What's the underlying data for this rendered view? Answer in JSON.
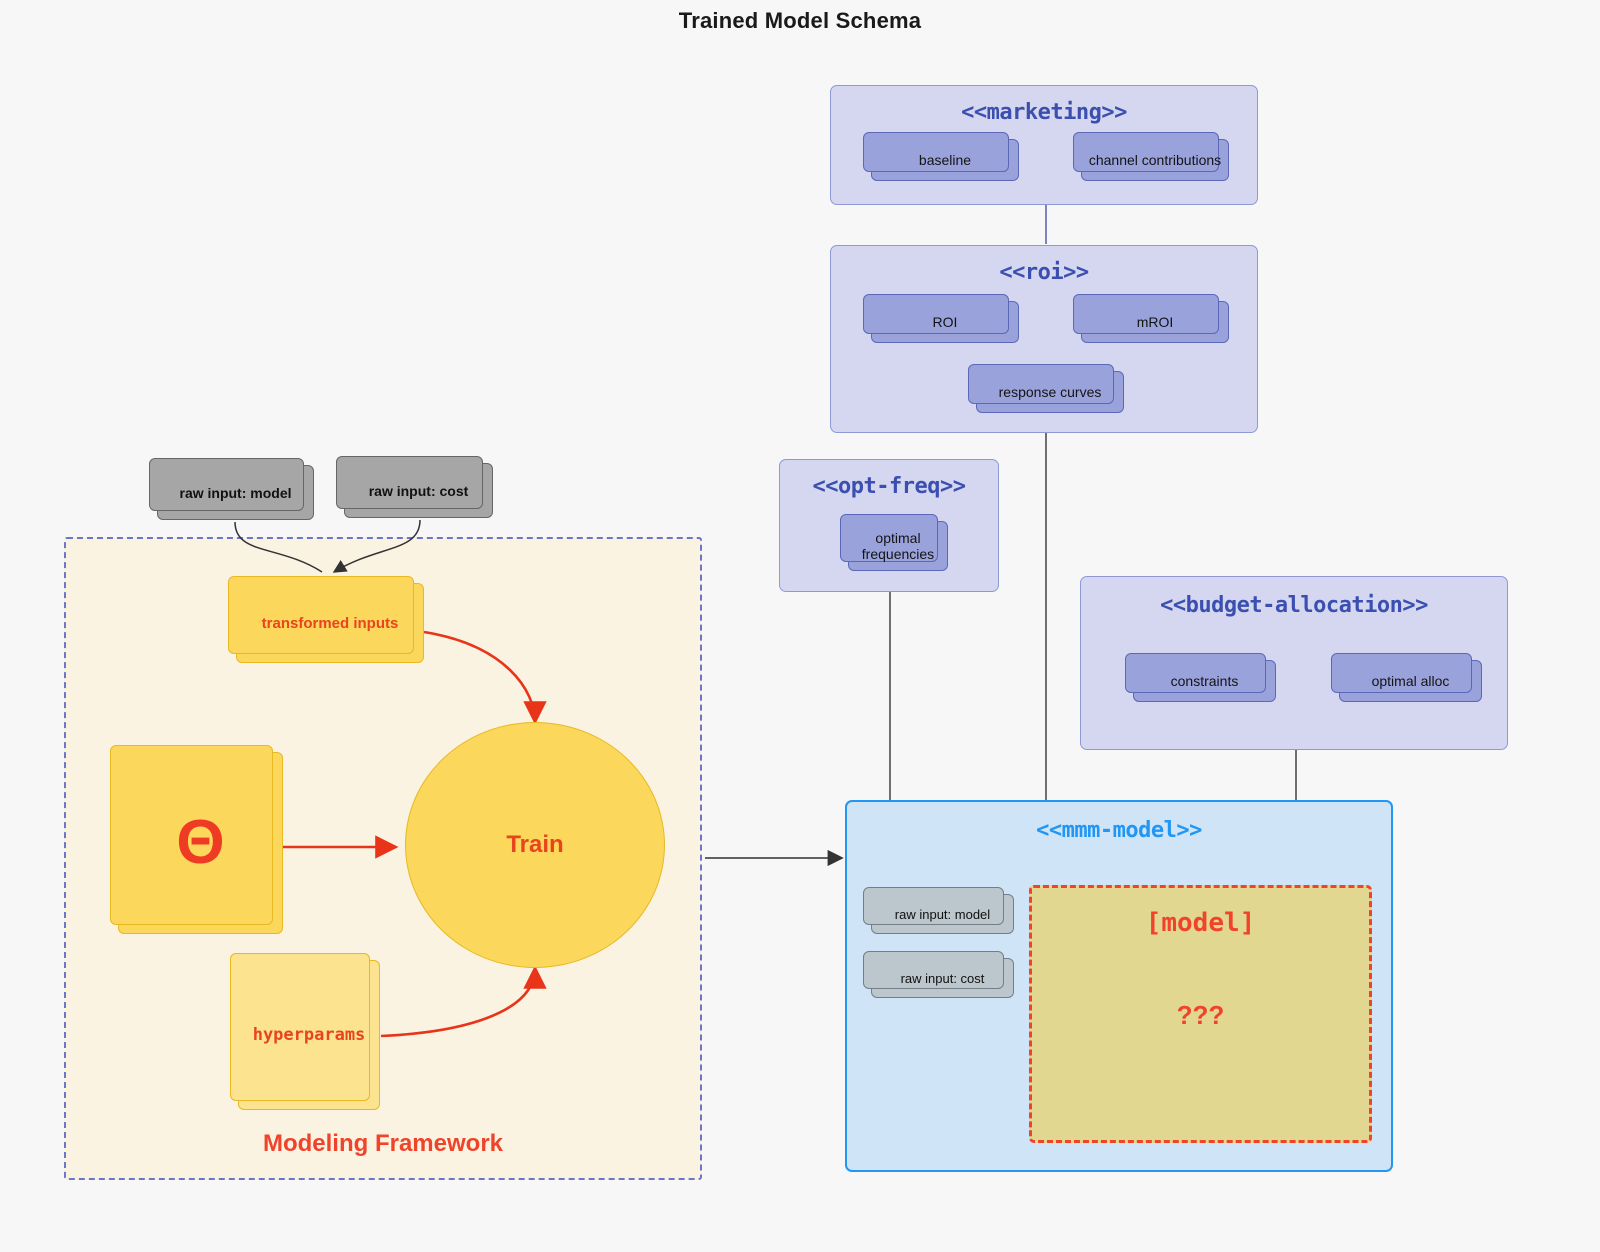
{
  "title": "Trained Model Schema",
  "packages": {
    "marketing": {
      "name": "<<marketing>>",
      "nodes": [
        {
          "label": "baseline"
        },
        {
          "label": "channel contributions"
        }
      ]
    },
    "roi": {
      "name": "<<roi>>",
      "nodes": [
        {
          "label": "ROI"
        },
        {
          "label": "mROI"
        },
        {
          "label": "response curves"
        }
      ]
    },
    "opt_freq": {
      "name": "<<opt-freq>>",
      "nodes": [
        {
          "label": "optimal\nfrequencies",
          "line1": "optimal",
          "line2": "frequencies"
        }
      ]
    },
    "budget_allocation": {
      "name": "<<budget-allocation>>",
      "nodes": [
        {
          "label": "constraints"
        },
        {
          "label": "optimal alloc"
        }
      ]
    },
    "mmm_model": {
      "name": "<<mmm-model>>",
      "inputs": [
        {
          "label": "raw input: model"
        },
        {
          "label": "raw input: cost"
        }
      ],
      "model_box": {
        "title": "[model]",
        "question": "???"
      }
    }
  },
  "framework": {
    "label": "Modeling Framework",
    "raw_inputs": [
      {
        "label": "raw input: model"
      },
      {
        "label": "raw input: cost"
      }
    ],
    "transformed_inputs": {
      "label": "transformed inputs"
    },
    "theta": {
      "glyph": "Θ"
    },
    "hyperparams": {
      "label": "hyperparams"
    },
    "train": {
      "label": "Train"
    }
  },
  "colors": {
    "page_background": "#f7f7f7",
    "package_fill": "#d4d7ef",
    "package_border": "#8e99d6",
    "package_title": "#3b4fb0",
    "node_purple_fill": "#9aa2dc",
    "node_purple_border": "#5b68b8",
    "node_gray_fill": "#a6a6a6",
    "node_gray_border": "#666666",
    "node_gray_soft_fill": "#bcc6cd",
    "framework_fill": "#fbf3e2",
    "framework_border": "#6b76c9",
    "yellow_fill": "#fbd75b",
    "yellow_light_fill": "#fbe38f",
    "yellow_border": "#e8b923",
    "accent_red": "#f0432a",
    "mmm_fill": "#cfe4f7",
    "mmm_border": "#2196f3",
    "model_box_fill": "#e2d791",
    "connector_gray": "#4d4d4d",
    "connector_purple": "#5b68b8"
  }
}
